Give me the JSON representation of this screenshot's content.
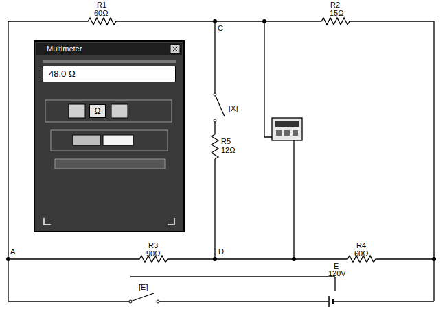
{
  "diagram": {
    "nodes": [
      {
        "text": [
          "Multimeter"
        ]
      },
      {
        "text": [
          "48.0 Ω"
        ],
        "in": 0
      },
      {
        "text": [
          "Ω"
        ],
        "in": 0
      }
    ],
    "labels": [
      "R1",
      "60Ω",
      "R2",
      "15Ω",
      "C",
      "[X]",
      "R5",
      "12Ω",
      "R3",
      "90Ω",
      "D",
      "R4",
      "60Ω",
      "A",
      "[E]",
      "E",
      "120V"
    ]
  }
}
